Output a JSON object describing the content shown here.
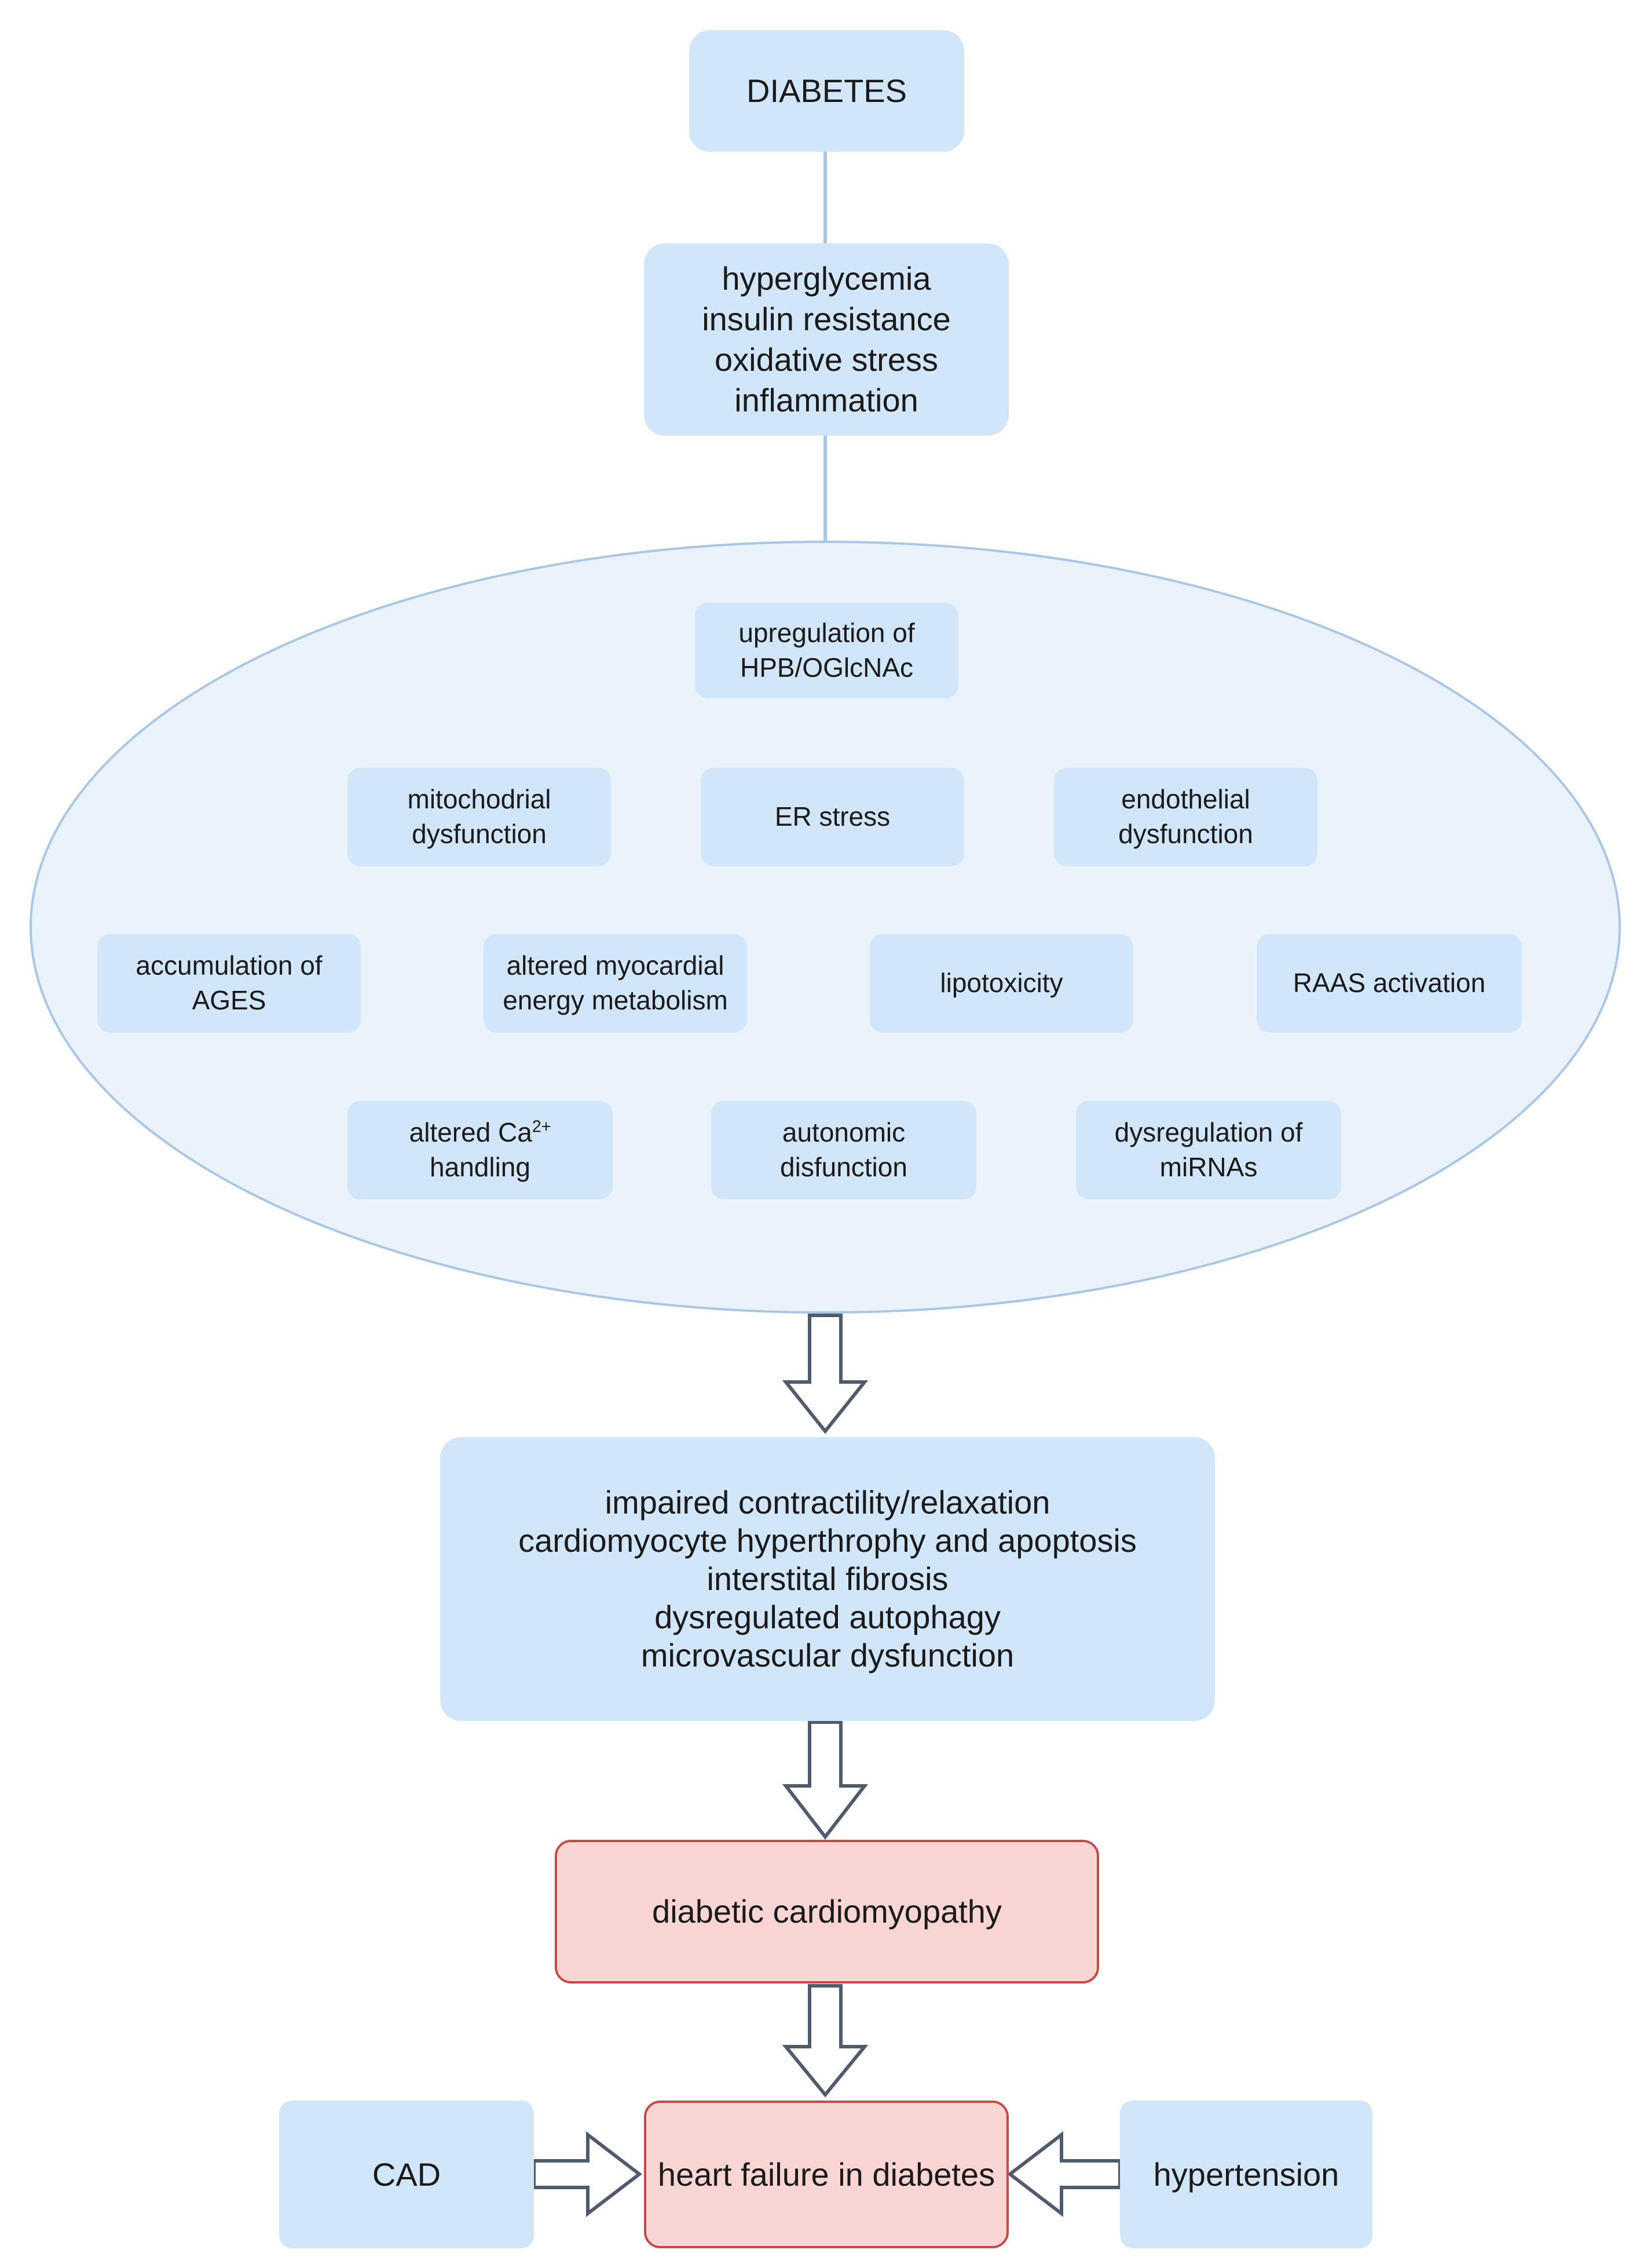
{
  "diagram": {
    "top": {
      "label": "DIABETES"
    },
    "factors": {
      "lines": [
        "hyperglycemia",
        "insulin resistance",
        "oxidative stress",
        "inflammation"
      ]
    },
    "mechanisms": {
      "upregulation": {
        "line1": "upregulation of",
        "line2": "HPB/OGlcNAc"
      },
      "mitochondrial": {
        "line1": "mitochodrial",
        "line2": "dysfunction"
      },
      "er_stress": {
        "label": "ER stress"
      },
      "endothelial": {
        "line1": "endothelial",
        "line2": "dysfunction"
      },
      "ages": {
        "line1": "accumulation of",
        "line2": "AGES"
      },
      "energy": {
        "line1": "altered myocardial",
        "line2": "energy metabolism"
      },
      "lipotoxicity": {
        "label": "lipotoxicity"
      },
      "raas": {
        "label": "RAAS activation"
      },
      "calcium": {
        "prefix": "altered Ca",
        "sup": "2+",
        "line2": "handling"
      },
      "autonomic": {
        "line1": "autonomic",
        "line2": "disfunction"
      },
      "mirna": {
        "line1": "dysregulation of",
        "line2": "miRNAs"
      }
    },
    "effects": {
      "lines": [
        "impaired contractility/relaxation",
        "cardiomyocyte hyperthrophy and apoptosis",
        "interstital fibrosis",
        "dysregulated autophagy",
        "microvascular dysfunction"
      ]
    },
    "cardiomyopathy": {
      "label": "diabetic cardiomyopathy"
    },
    "heart_failure": {
      "label": "heart failure in diabetes"
    },
    "cad": {
      "label": "CAD"
    },
    "hypertension": {
      "label": "hypertension"
    },
    "colors": {
      "box_fill": "#d2e6f9",
      "ellipse_fill": "#eaf3fc",
      "ellipse_stroke": "#a9c7e4",
      "connector": "#a9c7e4",
      "arrow_stroke": "#4f5a6b",
      "pink_fill": "#f9d5d4",
      "pink_border": "#c44a47"
    }
  }
}
